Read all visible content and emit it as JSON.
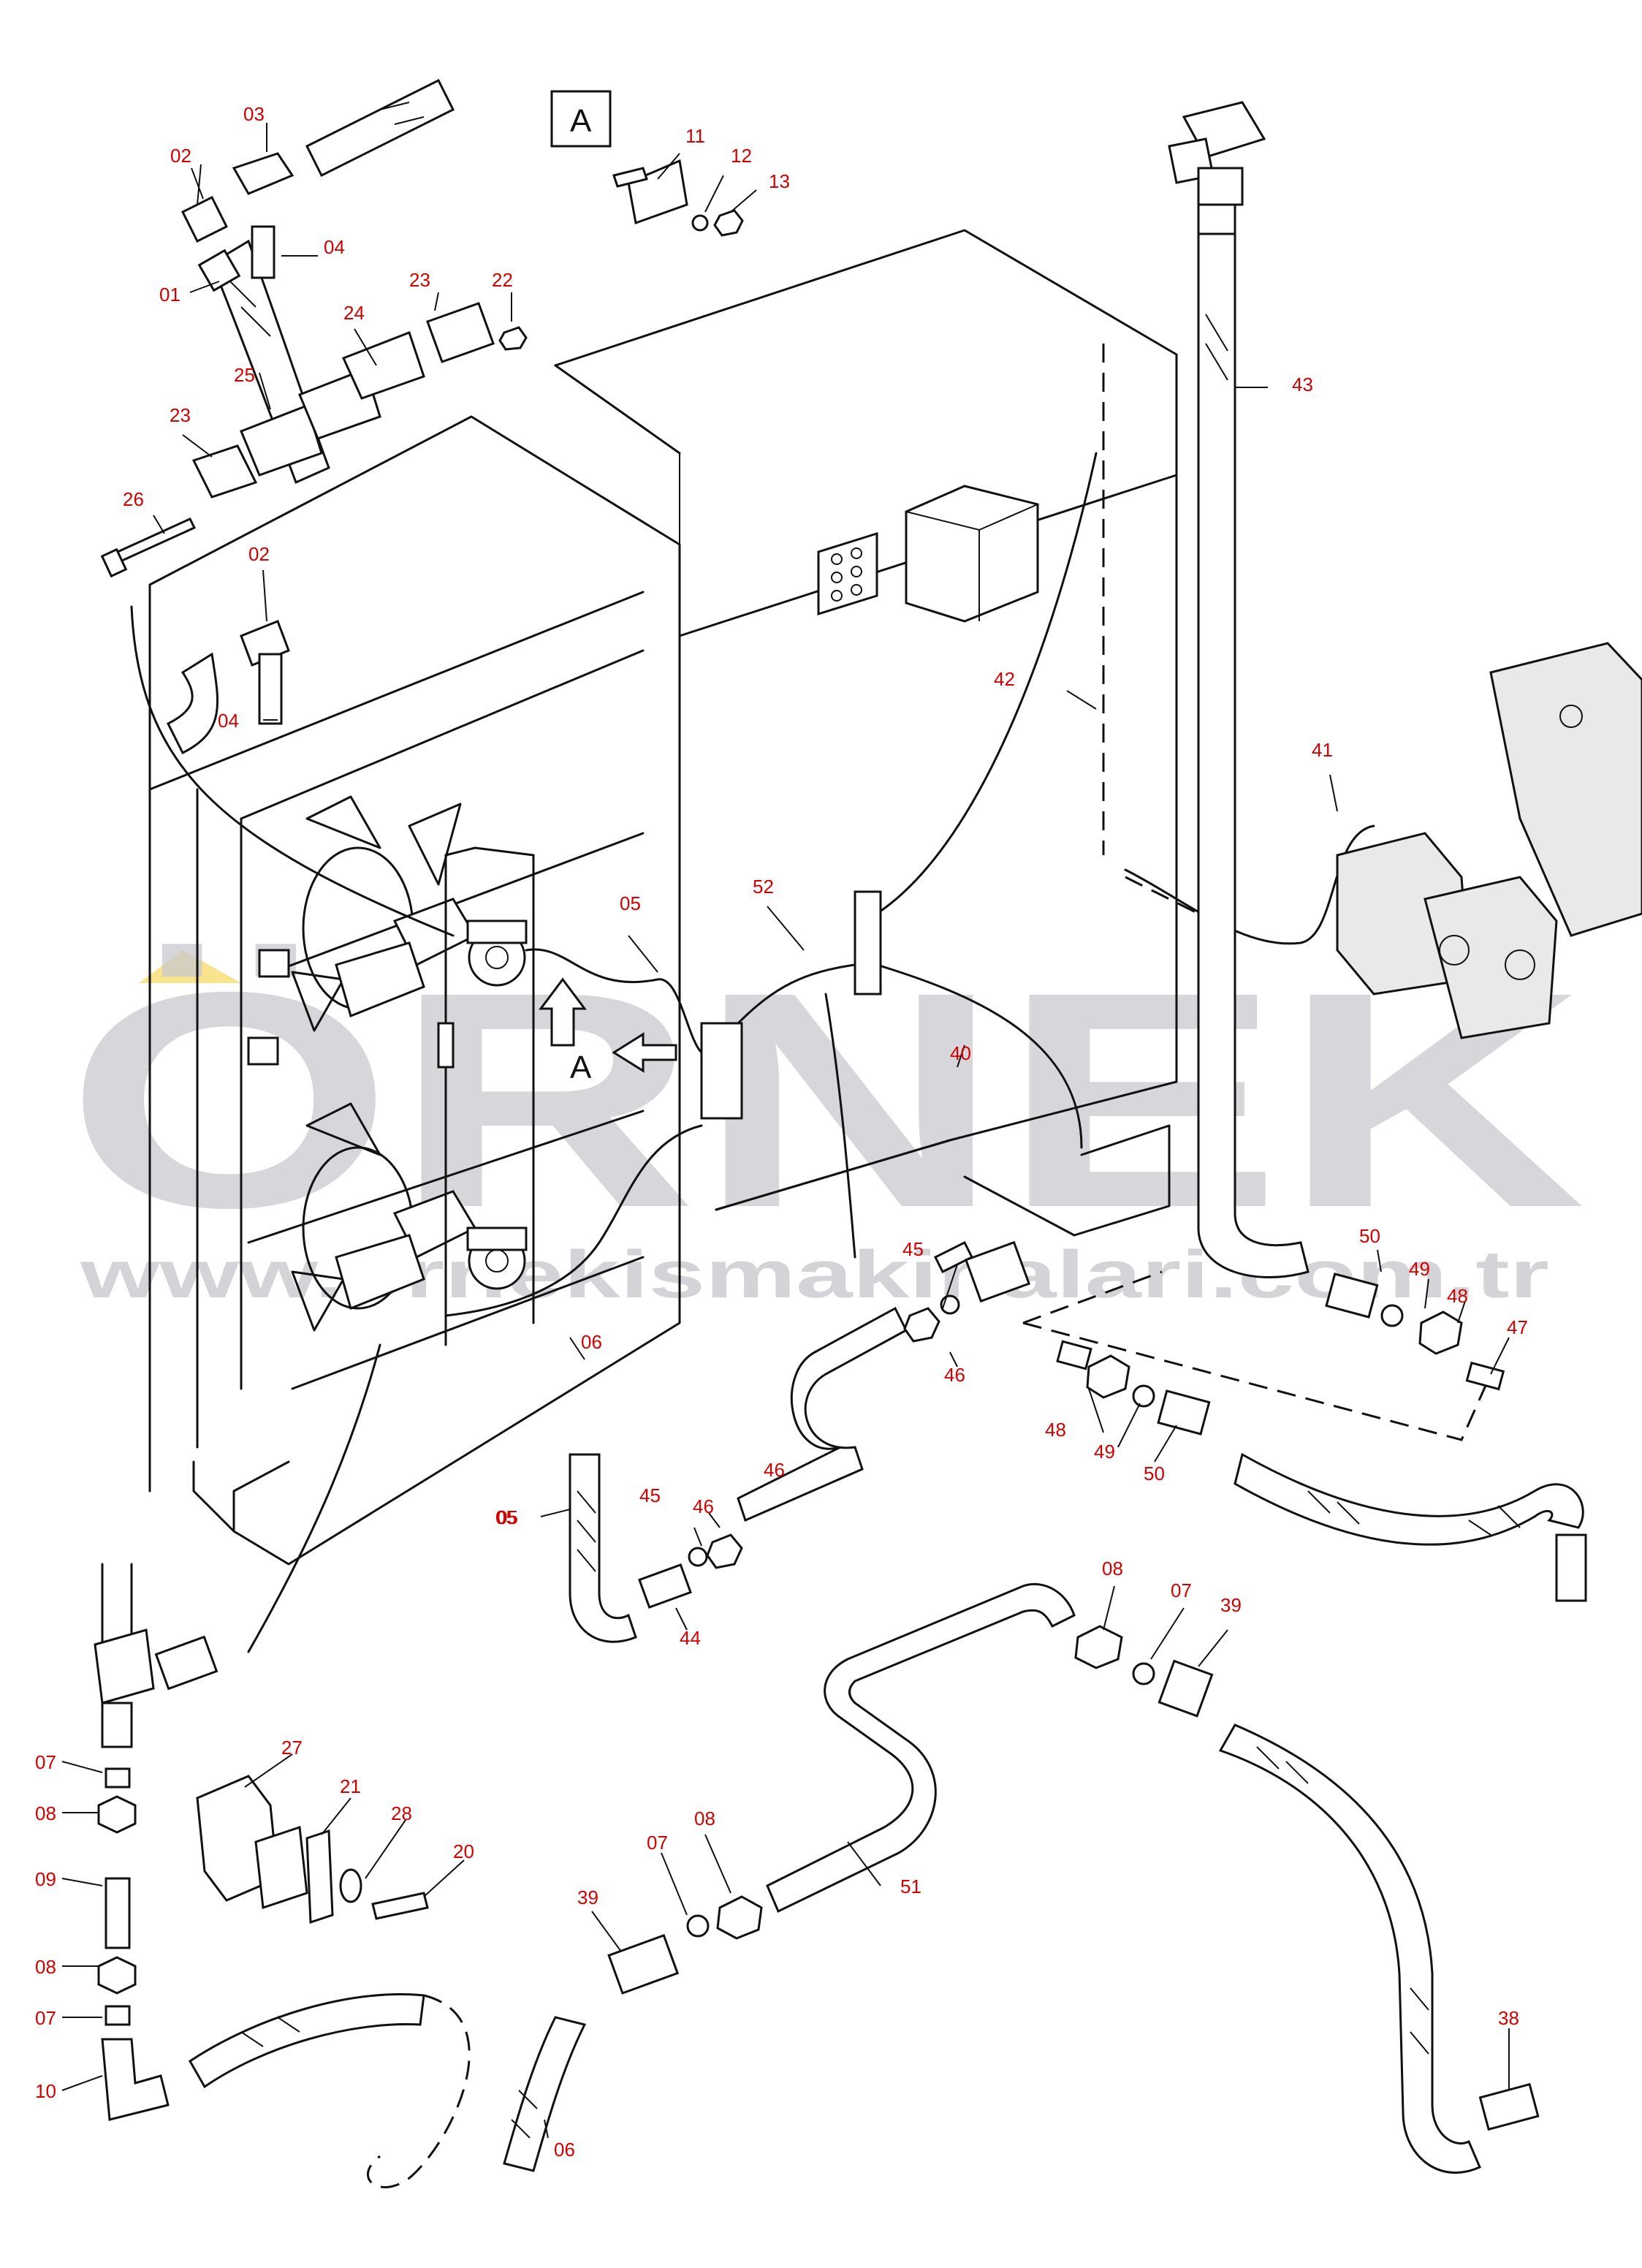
{
  "diagram": {
    "view_marker": "A",
    "view_arrow_label": "A",
    "watermark": {
      "brand": "ÖRNEK",
      "url": "www.ornekismakinalari.com.tr"
    },
    "colors": {
      "callout": "#d40000",
      "ink": "#111111",
      "watermark": "#c9c9cf",
      "watermark_accent": "#f2c200"
    },
    "callouts": [
      "01",
      "02",
      "03",
      "04",
      "02",
      "04",
      "11",
      "12",
      "13",
      "22",
      "23",
      "24",
      "25",
      "23",
      "26",
      "05",
      "52",
      "42",
      "43",
      "41",
      "40",
      "05",
      "06",
      "45",
      "46",
      "46",
      "44",
      "45",
      "46",
      "05",
      "48",
      "49",
      "50",
      "50",
      "49",
      "48",
      "47",
      "08",
      "07",
      "39",
      "07",
      "08",
      "09",
      "08",
      "07",
      "10",
      "27",
      "21",
      "28",
      "20",
      "39",
      "07",
      "08",
      "51",
      "06",
      "38"
    ]
  }
}
